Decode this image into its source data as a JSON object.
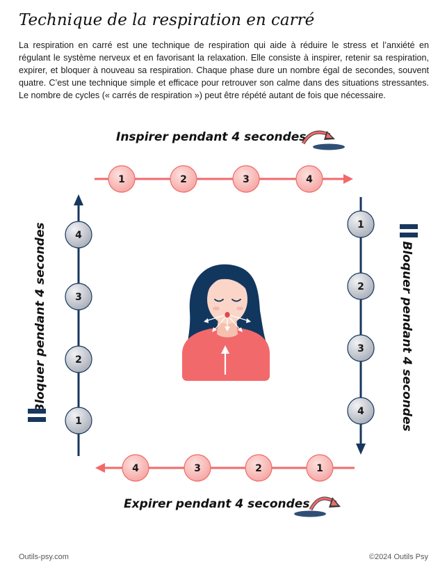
{
  "title": "Technique de la respiration en carré",
  "intro": "La respiration en carré est une technique de respiration qui aide à réduire le stress et l’anxiété en régulant le système nerveux et en favorisant la relaxation. Elle consiste à inspirer, retenir sa respiration, expirer, et bloquer à nouveau sa respiration. Chaque phase dure un nombre égal de secondes, souvent quatre. C’est une technique simple et efficace pour retrouver son calme dans des situations stressantes. Le nombre de cycles (« carrés de respiration ») peut être répété autant de fois que nécessaire.",
  "phases": {
    "top": "Inspirer pendant 4 secondes",
    "right": "Bloquer pendant 4 secondes",
    "bottom": "Expirer pendant 4 secondes",
    "left": "Bloquer pendant 4 secondes"
  },
  "steps": {
    "top": [
      "1",
      "2",
      "3",
      "4"
    ],
    "right": [
      "1",
      "2",
      "3",
      "4"
    ],
    "bottom": [
      "4",
      "3",
      "2",
      "1"
    ],
    "left": [
      "4",
      "3",
      "2",
      "1"
    ]
  },
  "colors": {
    "inhale_exhale": "#f2696b",
    "circle_pink": "#f7b3b0",
    "hold": "#17375e",
    "circle_grey": "#c9ccd3",
    "skin": "#fbd6c8",
    "hair": "#12375f",
    "shirt": "#f2696b"
  },
  "footer": {
    "left": "Outils-psy.com",
    "right": "©2024 Outils Psy"
  }
}
